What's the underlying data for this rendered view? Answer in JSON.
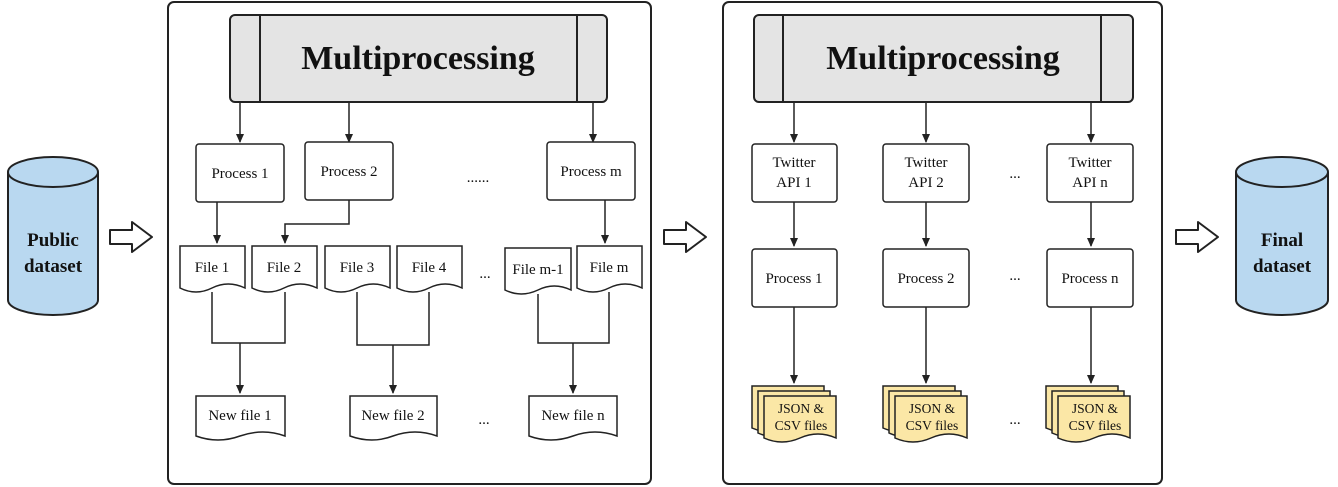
{
  "left_cylinder": {
    "label_line1": "Public",
    "label_line2": "dataset",
    "fill": "#b9d8f0"
  },
  "right_cylinder": {
    "label_line1": "Final",
    "label_line2": "dataset",
    "fill": "#b9d8f0"
  },
  "panel1": {
    "header": "Multiprocessing",
    "processes": [
      "Process 1",
      "Process 2",
      "Process m"
    ],
    "process_ellipsis": "......",
    "files": [
      "File 1",
      "File 2",
      "File 3",
      "File 4",
      "File m-1",
      "File m"
    ],
    "file_ellipsis": "...",
    "new_files": [
      "New file 1",
      "New file 2",
      "New file n"
    ],
    "new_file_ellipsis": "..."
  },
  "panel2": {
    "header": "Multiprocessing",
    "apis": [
      {
        "line1": "Twitter",
        "line2": "API 1"
      },
      {
        "line1": "Twitter",
        "line2": "API 2"
      },
      {
        "line1": "Twitter",
        "line2": "API n"
      }
    ],
    "api_ellipsis": "...",
    "processes": [
      "Process 1",
      "Process 2",
      "Process n"
    ],
    "process_ellipsis": "...",
    "outputs": [
      {
        "line1": "JSON &",
        "line2": "CSV files"
      },
      {
        "line1": "JSON &",
        "line2": "CSV files"
      },
      {
        "line1": "JSON &",
        "line2": "CSV files"
      }
    ],
    "output_ellipsis": "...",
    "output_fill": "#fbe7a6"
  },
  "colors": {
    "header_fill": "#e4e4e4",
    "stroke": "#222222"
  }
}
